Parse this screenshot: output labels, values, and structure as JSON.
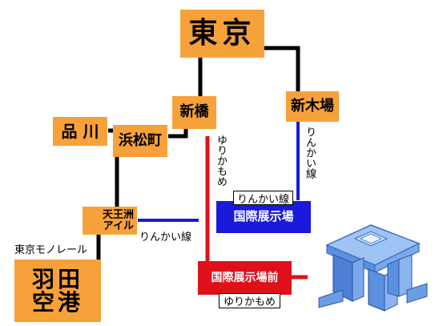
{
  "stations": {
    "tokyo": "東京",
    "shimbashi": "新橋",
    "shinkiba": "新木場",
    "shinagawa": "品 川",
    "hamamatsucho": "浜松町",
    "tennozu_line1": "天王洲",
    "tennozu_line2": "アイル",
    "haneda_line1": "羽田",
    "haneda_line2": "空港",
    "kokusai": "国際展示場",
    "kokusai_mae": "国際展示場前"
  },
  "lines": {
    "monorail": "東京モノレール",
    "rinkai_bottom": "りんかい線",
    "rinkai_label_box": "りんかい線",
    "rinkai_vertical": "りんかい線",
    "yurikamome_vertical": "ゆりかもめ",
    "yurikamome_box": "ゆりかもめ"
  },
  "colors": {
    "station_orange": "#f7a13a",
    "jr_black": "#000000",
    "rinkai_blue": "#1a1adc",
    "yurikamome_red": "#e0101a",
    "building_blue": "#6a9ee0"
  },
  "icons": {
    "building": "tokyo-big-sight-building-icon"
  }
}
